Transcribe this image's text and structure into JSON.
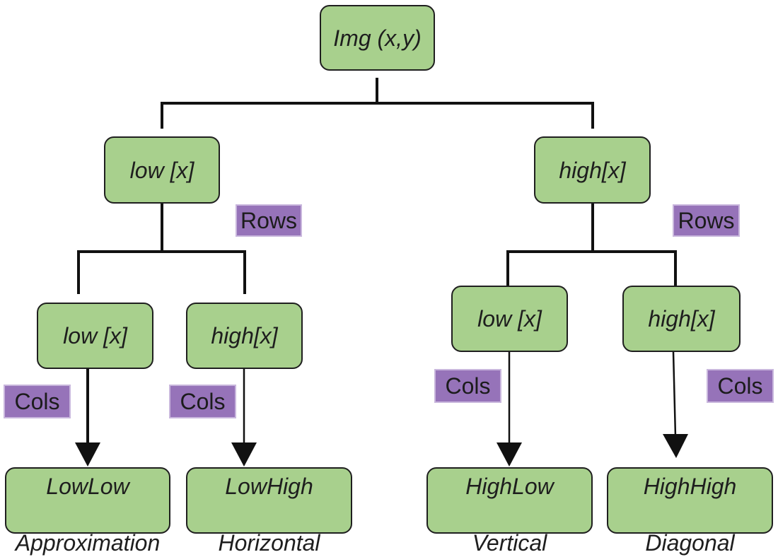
{
  "colors": {
    "node_fill": "#a8d08d",
    "node_border": "#1f1f1f",
    "tag_fill": "#9673b9",
    "line": "#111111"
  },
  "root": {
    "label": "Img (x,y)"
  },
  "level1": {
    "left": {
      "label": "low [x]",
      "tag": "Rows"
    },
    "right": {
      "label": "high[x]",
      "tag": "Rows"
    }
  },
  "level2": {
    "ll": {
      "label": "low [x]",
      "tag": "Cols"
    },
    "lh": {
      "label": "high[x]",
      "tag": "Cols"
    },
    "hl": {
      "label": "low [x]",
      "tag": "Cols"
    },
    "hh": {
      "label": "high[x]",
      "tag": "Cols"
    }
  },
  "outputs": {
    "ll": {
      "line1": "LowLow",
      "line2": "Approximation"
    },
    "lh": {
      "line1": "LowHigh",
      "line2": "Horizontal"
    },
    "hl": {
      "line1": "HighLow",
      "line2": "Vertical"
    },
    "hh": {
      "line1": "HighHigh",
      "line2": "Diagonal"
    }
  }
}
